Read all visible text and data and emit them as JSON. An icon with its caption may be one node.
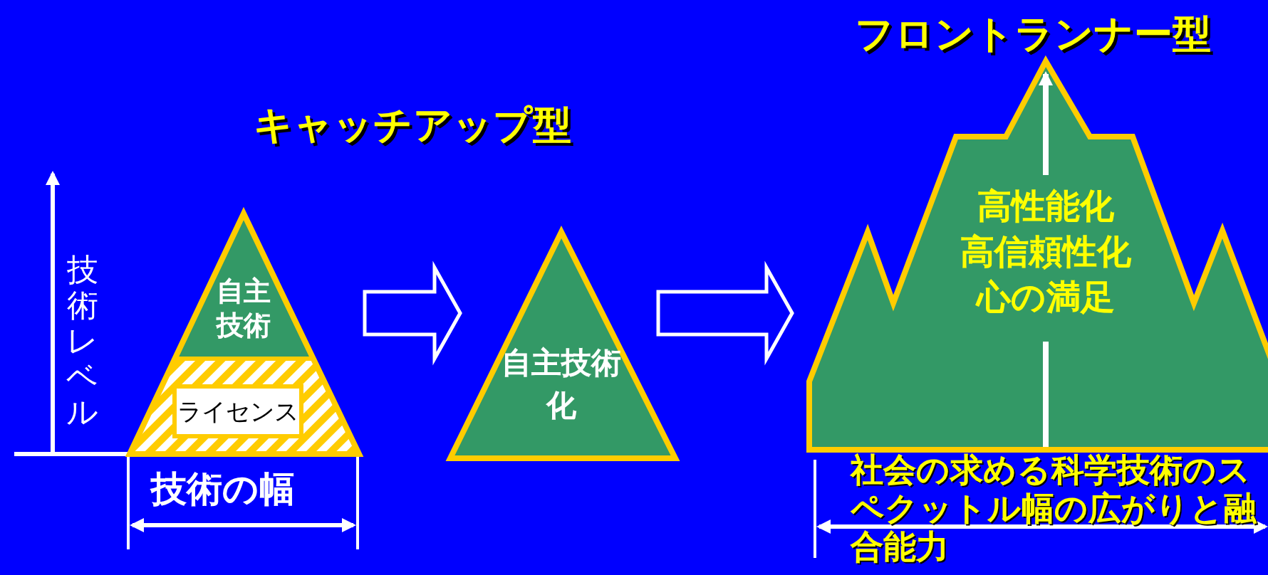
{
  "diagram": {
    "nodes": [
      {
        "text": [
          "自主技術"
        ]
      },
      {
        "text": [
          "ライセンス"
        ],
        "in": 0
      },
      {
        "text": [
          "自主技術化"
        ]
      },
      {
        "text": [
          "高性能化",
          "高信頼性化",
          "心の満足"
        ]
      }
    ],
    "edges": [
      {
        "from": 0,
        "to": 2,
        "arrow": "to"
      },
      {
        "from": 2,
        "to": 3,
        "arrow": "to"
      }
    ],
    "labels": [
      "フロントランナー型",
      "キャッチアップ型",
      "技術レベル",
      "技術の幅",
      "社会の求める科学技術のスペクットル幅の広がりと融合能力"
    ]
  }
}
